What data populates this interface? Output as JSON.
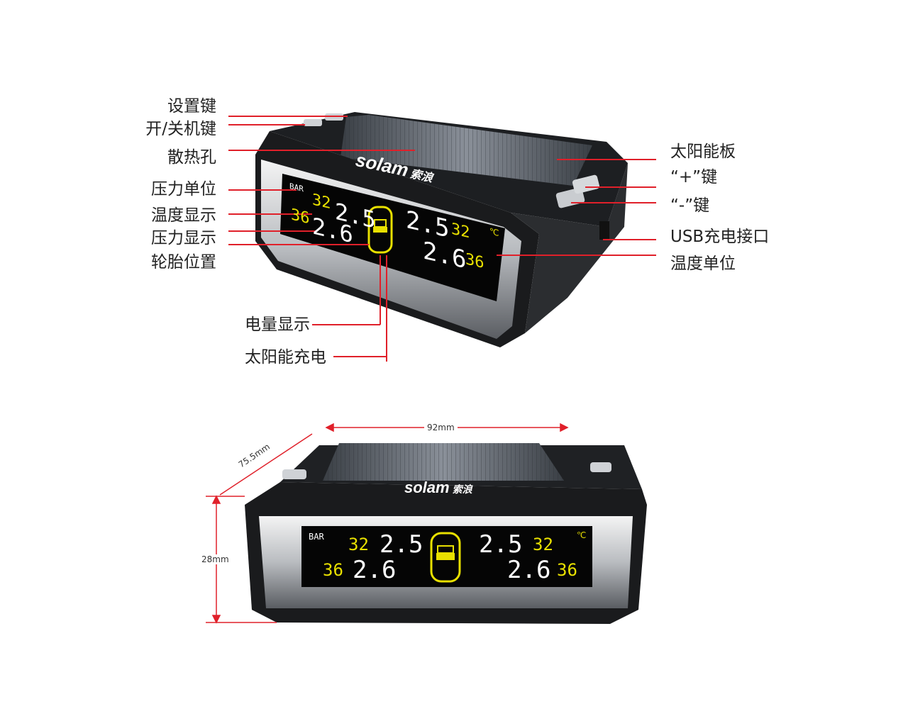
{
  "callouts_left": {
    "set_key": "设置键",
    "power_key": "开/关机键",
    "vent": "散热孔",
    "pressure_unit": "压力单位",
    "temp_display": "温度显示",
    "pressure_display": "压力显示",
    "tire_position": "轮胎位置"
  },
  "callouts_right": {
    "solar_panel": "太阳能板",
    "plus_key": "“+”键",
    "minus_key": "“-”键",
    "usb_port": "USB充电接口",
    "temp_unit": "温度单位"
  },
  "callouts_bottom": {
    "battery_display": "电量显示",
    "solar_charge": "太阳能充电"
  },
  "brand": {
    "name": "solam",
    "cn": "索浪"
  },
  "lcd": {
    "unit": "BAR",
    "fl_temp": "32",
    "fl_press": "2.5",
    "rl_temp": "36",
    "rl_press": "2.6",
    "fr_press": "2.5",
    "fr_temp": "32",
    "rr_press": "2.6",
    "rr_temp": "36",
    "temp_unit": "℃"
  },
  "dimensions": {
    "width": "92mm",
    "depth": "75.5mm",
    "height": "28mm"
  },
  "colors": {
    "callout_line": "#e0202a",
    "lcd_yellow": "#e8e000",
    "lcd_white": "#ffffff"
  }
}
